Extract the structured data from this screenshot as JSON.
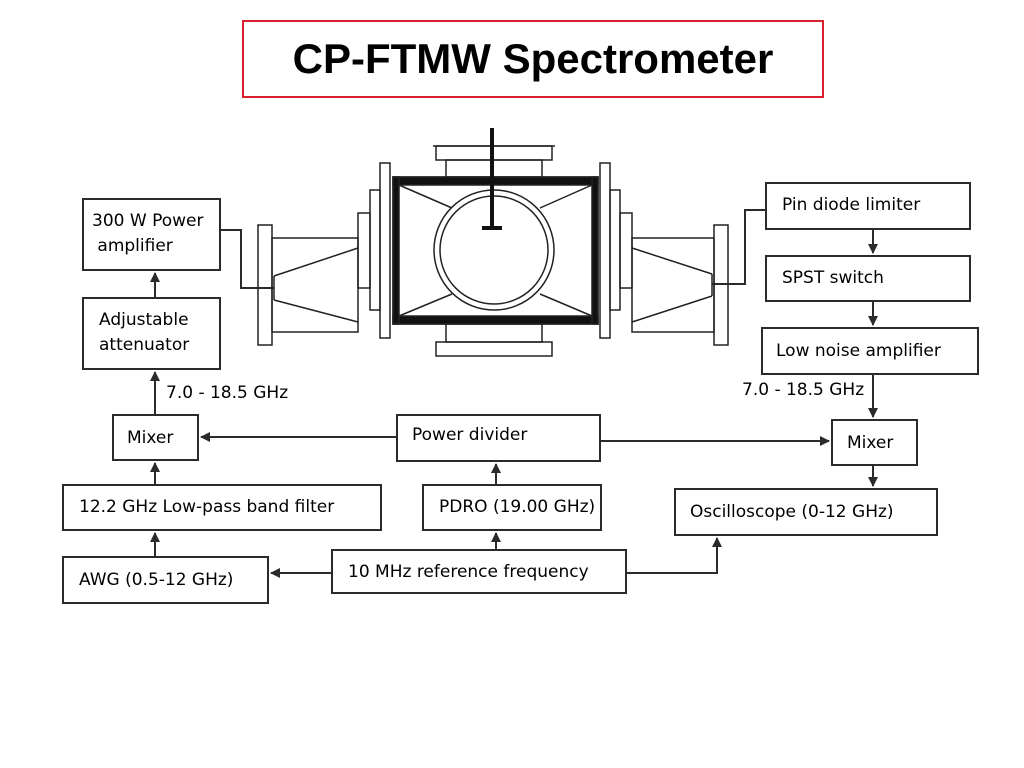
{
  "title": "CP-FTMW Spectrometer",
  "boxes": {
    "power_amplifier": "300 W Power\n amplifier",
    "attenuator": "Adjustable\nattenuator",
    "mixer_left": "Mixer",
    "lowpass_filter": "12.2 GHz Low-pass band filter",
    "awg": "AWG (0.5-12 GHz)",
    "power_divider": "Power divider",
    "pdro": "PDRO (19.00 GHz)",
    "reference": "10 MHz reference frequency",
    "pin_diode_limiter": "Pin diode limiter",
    "spst_switch": "SPST switch",
    "low_noise_amplifier": "Low noise amplifier",
    "mixer_right": "Mixer",
    "oscilloscope": "Oscilloscope (0-12 GHz)"
  },
  "labels": {
    "freq_left": "7.0 - 18.5 GHz",
    "freq_right": "7.0 - 18.5 GHz"
  },
  "colors": {
    "title_border": "#d9202c",
    "line": "#2b2b2b"
  }
}
